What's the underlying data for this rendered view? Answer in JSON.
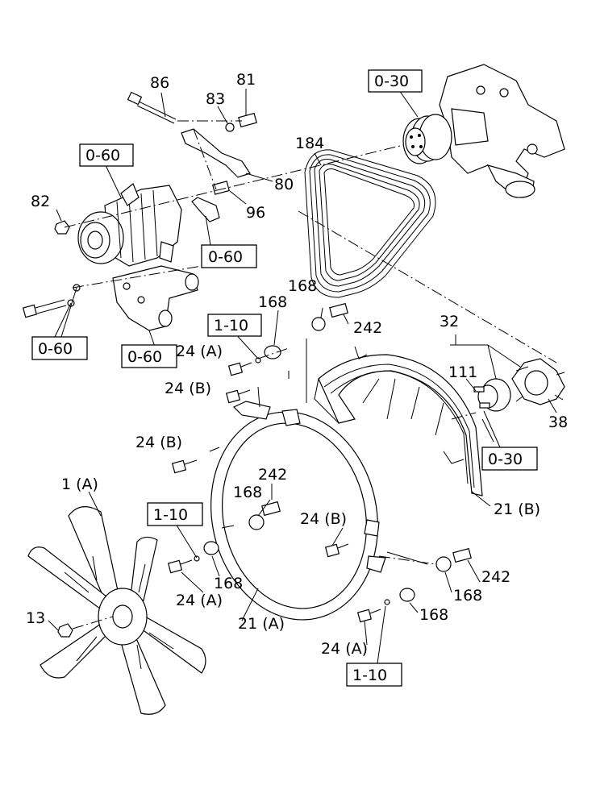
{
  "callouts": {
    "c86": "86",
    "c83": "83",
    "c81": "81",
    "c80": "80",
    "c96": "96",
    "c82": "82",
    "c184": "184",
    "c168a": "168",
    "c168b": "168",
    "c168c": "168",
    "c168d": "168",
    "c168e": "168",
    "c168f": "168",
    "c242a": "242",
    "c242b": "242",
    "c242c": "242",
    "c32": "32",
    "c111": "111",
    "c38": "38",
    "c24Aa": "24 (A)",
    "c24Ab": "24 (A)",
    "c24Ac": "24 (A)",
    "c24Ba": "24 (B)",
    "c24Bb": "24 (B)",
    "c24Bc": "24 (B)",
    "c1A": "1 (A)",
    "c13": "13",
    "c21A": "21 (A)",
    "c21B": "21 (B)"
  },
  "refs": {
    "r030a": "0-30",
    "r030b": "0-30",
    "r060a": "0-60",
    "r060b": "0-60",
    "r060c": "0-60",
    "r060d": "0-60",
    "r110a": "1-10",
    "r110b": "1-10",
    "r110c": "1-10"
  }
}
